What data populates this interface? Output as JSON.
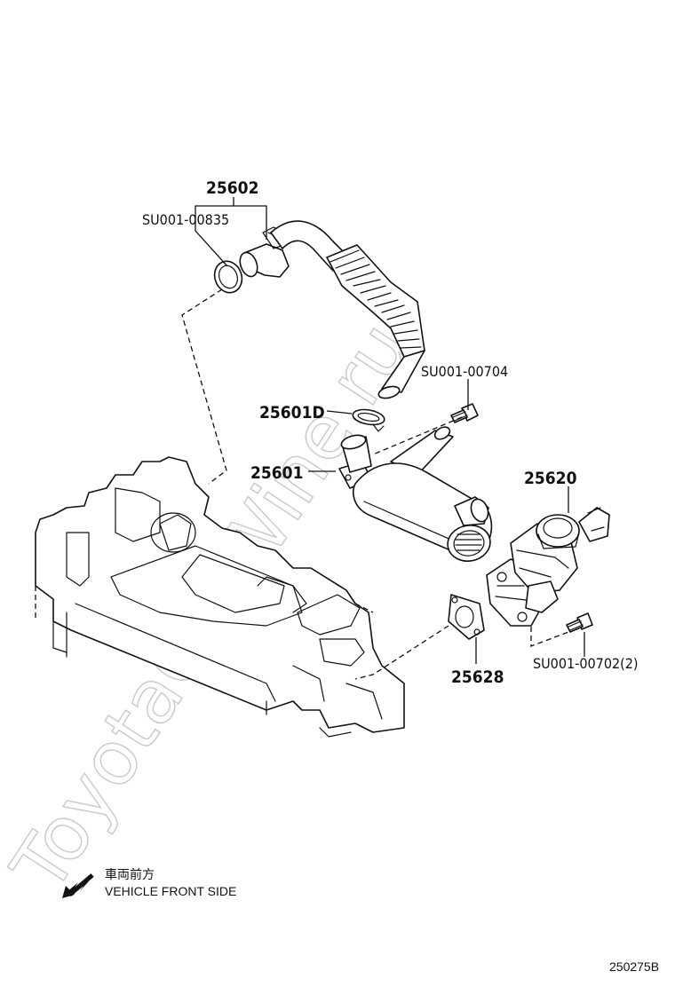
{
  "watermark": "ToyotaCatWine.ru",
  "labels": {
    "p25602": "25602",
    "su835": "SU001-00835",
    "su704": "SU001-00704",
    "p25601d": "25601D",
    "p25601": "25601",
    "p25620": "25620",
    "p25628": "25628",
    "su702": "SU001-00702(2)"
  },
  "direction": {
    "jp": "車両前方",
    "en": "VEHICLE FRONT SIDE",
    "icon": "arrow-down-left-icon"
  },
  "figure_code": "250275B"
}
